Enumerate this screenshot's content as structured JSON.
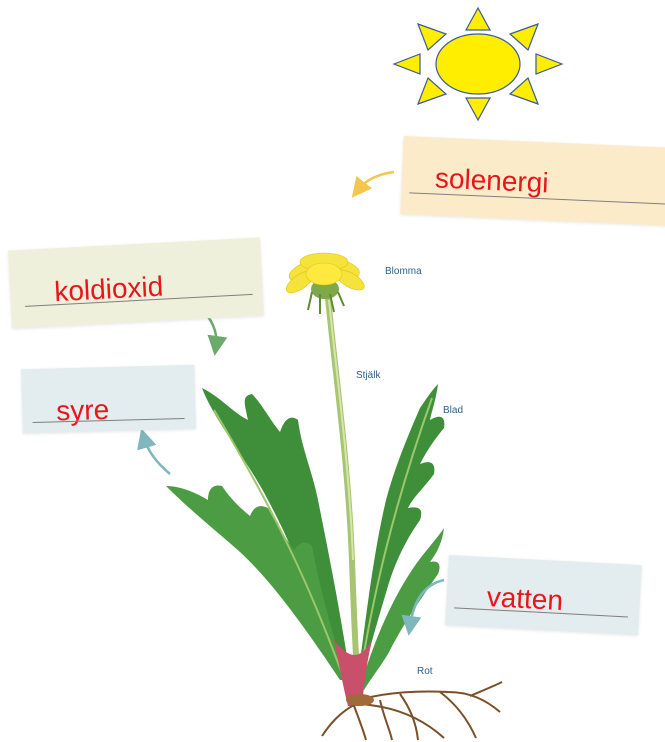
{
  "diagram": {
    "labels": {
      "solenergi": "solenergi",
      "koldioxid": "koldioxid",
      "syre": "syre",
      "vatten": "vatten"
    },
    "plant_parts": {
      "blomma": "Blomma",
      "stjalk": "Stjälk",
      "blad": "Blad",
      "rot": "Rot"
    },
    "colors": {
      "answer_text": "#e8161b",
      "sun": "#ffee00",
      "sun_outline": "#3a5a9a",
      "card_solenergi": "#fcebc9",
      "card_koldioxid": "#eef0dc",
      "card_syre": "#e3ecee",
      "card_vatten": "#e3ecee",
      "arrow_yellow": "#f5c64e",
      "arrow_green": "#6aaa6a",
      "arrow_teal": "#7fb7bd",
      "part_label": "#2c5f8a"
    },
    "icons": [
      "sun-icon",
      "dandelion-plant-illustration"
    ]
  }
}
